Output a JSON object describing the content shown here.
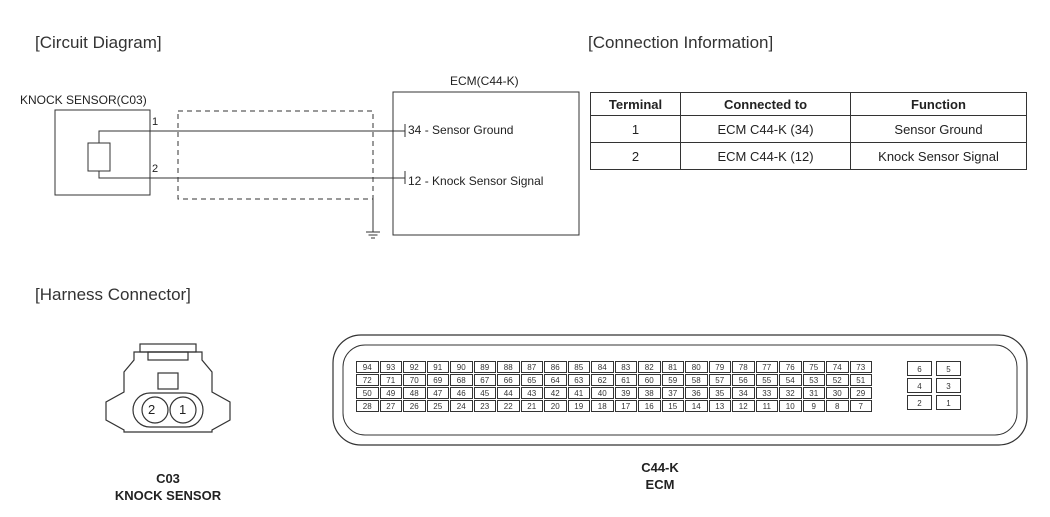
{
  "sections": {
    "circuit_diagram": "[Circuit Diagram]",
    "connection_information": "[Connection Information]",
    "harness_connector": "[Harness Connector]"
  },
  "circuit": {
    "sensor_label": "KNOCK SENSOR(C03)",
    "ecm_label": "ECM(C44-K)",
    "sensor_pins": [
      "1",
      "2"
    ],
    "ecm_pins": [
      {
        "num": "34",
        "text": "- Sensor Ground"
      },
      {
        "num": "12",
        "text": "- Knock Sensor Signal"
      }
    ]
  },
  "connection_table": {
    "headers": [
      "Terminal",
      "Connected to",
      "Function"
    ],
    "rows": [
      [
        "1",
        "ECM C44-K (34)",
        "Sensor Ground"
      ],
      [
        "2",
        "ECM C44-K (12)",
        "Knock Sensor Signal"
      ]
    ]
  },
  "connectors": {
    "c03": {
      "pins": [
        "2",
        "1"
      ],
      "caption_line1": "C03",
      "caption_line2": "KNOCK SENSOR"
    },
    "c44k": {
      "main_rows": [
        [
          "94",
          "93",
          "92",
          "91",
          "90",
          "89",
          "88",
          "87",
          "86",
          "85",
          "84",
          "83",
          "82",
          "81",
          "80",
          "79",
          "78",
          "77",
          "76",
          "75",
          "74",
          "73"
        ],
        [
          "72",
          "71",
          "70",
          "69",
          "68",
          "67",
          "66",
          "65",
          "64",
          "63",
          "62",
          "61",
          "60",
          "59",
          "58",
          "57",
          "56",
          "55",
          "54",
          "53",
          "52",
          "51"
        ],
        [
          "50",
          "49",
          "48",
          "47",
          "46",
          "45",
          "44",
          "43",
          "42",
          "41",
          "40",
          "39",
          "38",
          "37",
          "36",
          "35",
          "34",
          "33",
          "32",
          "31",
          "30",
          "29"
        ],
        [
          "28",
          "27",
          "26",
          "25",
          "24",
          "23",
          "22",
          "21",
          "20",
          "19",
          "18",
          "17",
          "16",
          "15",
          "14",
          "13",
          "12",
          "11",
          "10",
          "9",
          "8",
          "7"
        ]
      ],
      "side_rows": [
        [
          "6",
          "5"
        ],
        [
          "4",
          "3"
        ],
        [
          "2",
          "1"
        ]
      ],
      "caption_line1": "C44-K",
      "caption_line2": "ECM"
    }
  }
}
